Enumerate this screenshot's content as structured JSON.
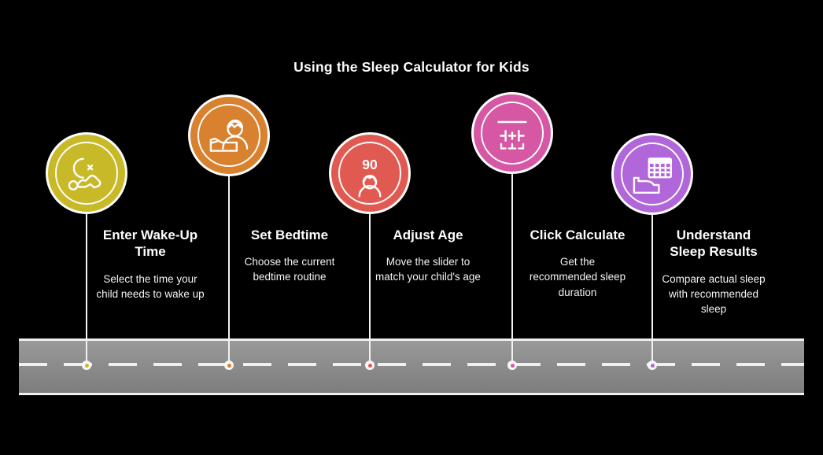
{
  "title": "Using the Sleep Calculator for Kids",
  "steps": [
    {
      "heading": "Enter Wake-Up Time",
      "description": "Select the time your child needs to wake up",
      "color": "#c8b929",
      "icon": "moon-and-crawling-baby"
    },
    {
      "heading": "Set Bedtime",
      "description": "Choose the current bedtime routine",
      "color": "#d8812f",
      "icon": "person-and-bed"
    },
    {
      "heading": "Adjust Age",
      "description": "Move the slider to match your child's age",
      "color": "#e15a52",
      "icon": "age-badge-person",
      "icon_value": "90"
    },
    {
      "heading": "Click Calculate",
      "description": "Get the recommended sleep duration",
      "color": "#d657a3",
      "icon": "calculator"
    },
    {
      "heading": "Understand Sleep Results",
      "description": "Compare actual sleep with recommended sleep",
      "color": "#b166d9",
      "icon": "results-table-and-bed"
    }
  ]
}
